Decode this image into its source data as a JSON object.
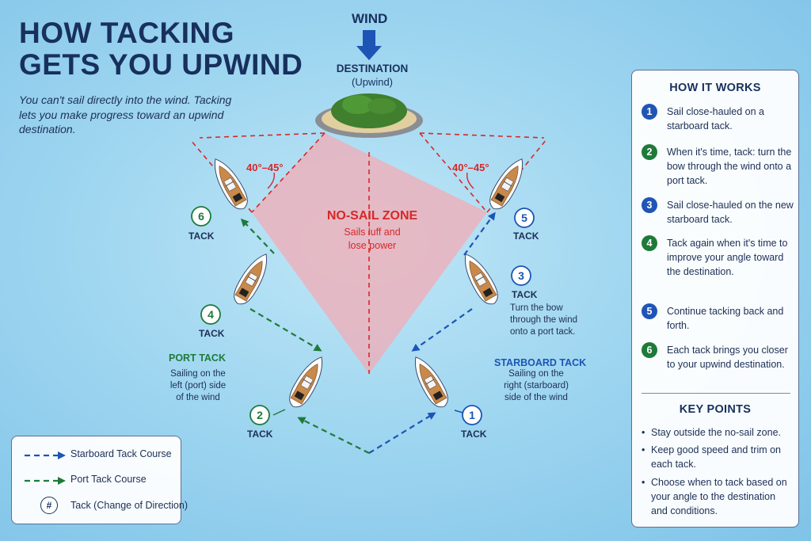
{
  "title": {
    "line1": "HOW TACKING",
    "line2": "GETS YOU UPWIND"
  },
  "subtitle": "You can't sail directly into the wind. Tacking lets you make progress toward an upwind destination.",
  "wind_label": "WIND",
  "destination": {
    "label": "DESTINATION",
    "sub": "(Upwind)"
  },
  "no_sail_zone": {
    "label": "NO-SAIL ZONE",
    "line1": "Sails luff and",
    "line2": "lose power"
  },
  "angle_label": "40°–45°",
  "tack_word": "TACK",
  "tacks": [
    {
      "number": "1",
      "color": "#1c55b5"
    },
    {
      "number": "2",
      "color": "#1f7a3a"
    },
    {
      "number": "3",
      "color": "#1c55b5"
    },
    {
      "number": "4",
      "color": "#1f7a3a"
    },
    {
      "number": "5",
      "color": "#1c55b5"
    },
    {
      "number": "6",
      "color": "#1f7a3a"
    }
  ],
  "tack3_desc": {
    "line1": "Turn the bow",
    "line2": "through the wind",
    "line3": "onto a port tack."
  },
  "port_tack": {
    "heading": "PORT TACK",
    "line1": "Sailing on the",
    "line2": "left (port) side",
    "line3": "of the wind"
  },
  "starboard_tack": {
    "heading": "STARBOARD TACK",
    "line1": "Sailing on the",
    "line2": "right (starboard)",
    "line3": "side of the wind"
  },
  "panel": {
    "title": "HOW IT WORKS",
    "steps": [
      {
        "num": "1",
        "text": "Sail close-hauled on a starboard tack."
      },
      {
        "num": "2",
        "text": "When it's time, tack: turn the bow through the wind onto a port tack."
      },
      {
        "num": "3",
        "text": "Sail close-hauled on the new starboard tack."
      },
      {
        "num": "4",
        "text": "Tack again when it's time to improve your angle toward the destination."
      },
      {
        "num": "5",
        "text": "Continue tacking back and forth."
      },
      {
        "num": "6",
        "text": "Each tack brings you closer to your upwind destination."
      }
    ],
    "key_title": "KEY POINTS",
    "key_points": [
      "Stay outside the no-sail zone.",
      "Keep good speed and trim on each tack.",
      "Choose when to tack based on your angle to the destination and conditions."
    ]
  },
  "legend": {
    "starboard": "Starboard Tack Course",
    "port": "Port Tack Course",
    "tack_symbol": "#",
    "tack": "Tack (Change of Direction)"
  },
  "colors": {
    "starboard": "#1c55b5",
    "port": "#1f7a3a",
    "no_sail": "#d62828",
    "navy": "#18305e"
  }
}
